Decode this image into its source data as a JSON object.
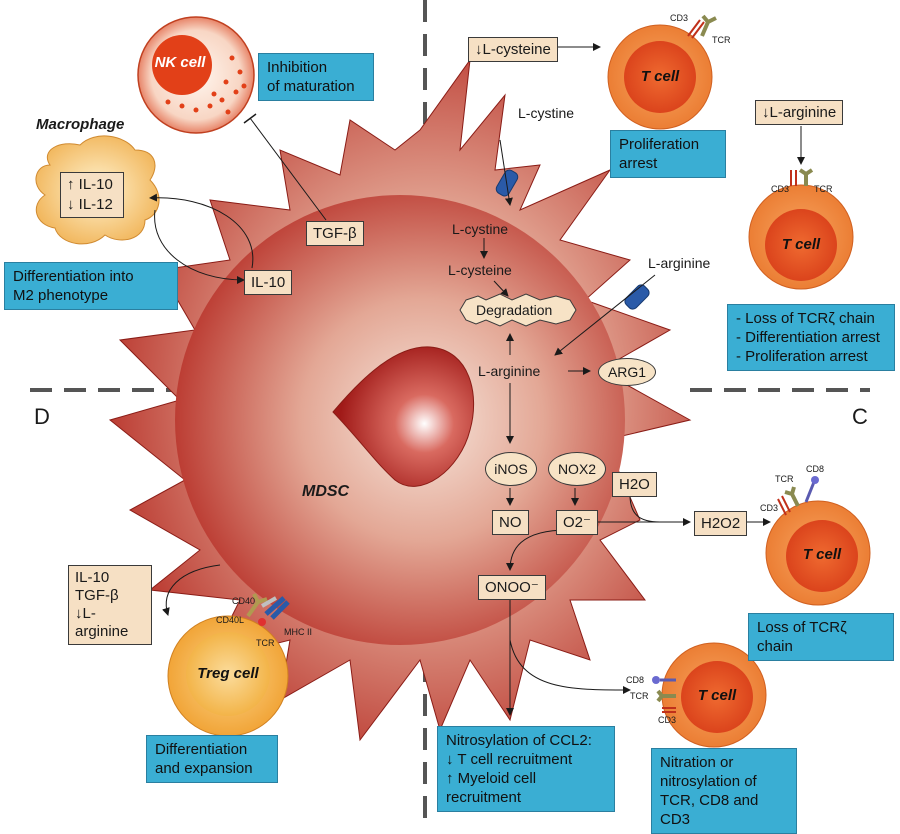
{
  "quadrant_labels": {
    "d": "D",
    "c": "C"
  },
  "mdsc_label": "MDSC",
  "nk": {
    "cell_name": "NK cell",
    "note": "Inhibition\nof maturation",
    "tgf_box": "TGF-β"
  },
  "macrophage": {
    "title": "Macrophage",
    "il10_line": "↑ IL-10",
    "il12_line": "↓ IL-12",
    "note": "Differentiation into\nM2 phenotype",
    "il10_box": "IL-10"
  },
  "cysteine_path": {
    "l_cystine_outer": "L-cystine",
    "l_cystine_inner": "L-cystine",
    "l_cysteine": "L-cysteine",
    "degradation": "Degradation",
    "l_arginine_outer": "L-arginine",
    "l_arginine_inner": "L-arginine",
    "arg1": "ARG1"
  },
  "top_right": {
    "cysteine_box": "↓L-cysteine",
    "tcell1_name": "T cell",
    "tcell1_cd3": "CD3",
    "tcell1_tcr": "TCR",
    "prolif_note": "Proliferation\narrest",
    "arginine_box": "↓L-arginine",
    "tcell2_name": "T cell",
    "tcell2_cd3": "CD3",
    "tcell2_tcr": "TCR",
    "arginine_note": "- Loss of TCRζ chain\n- Differentiation arrest\n- Proliferation arrest"
  },
  "ros": {
    "inos": "iNOS",
    "nox2": "NOX2",
    "h2o": "H2O",
    "no": "NO",
    "o2": "O2⁻",
    "onoo": "ONOO⁻",
    "h2o2": "H2O2"
  },
  "tcell3": {
    "name": "T cell",
    "cd8": "CD8",
    "tcr": "TCR",
    "cd3": "CD3",
    "note": "Loss of TCRζ chain"
  },
  "tcell4": {
    "name": "T cell",
    "cd8": "CD8",
    "tcr": "TCR",
    "cd3": "CD3",
    "note": "Nitration or\nnitrosylation of\nTCR, CD8 and CD3"
  },
  "nitro_note": "Nitrosylation of  CCL2:\n↓ T cell recruitment\n↑ Myeloid cell recruitment",
  "treg": {
    "factors": "IL-10\nTGF-β\n↓L-arginine",
    "name": "Treg cell",
    "cd40": "CD40",
    "cd40l": "CD40L",
    "mhc": "MHC II",
    "tcr": "TCR",
    "note": "Differentiation\nand expansion"
  },
  "colors": {
    "mdsc_body": "#c2362c",
    "tcell_outer": "#f08a3a",
    "tcell_inner": "#e2521e",
    "note_blue": "#3aaed3",
    "box_fill": "#f6e0c4"
  }
}
